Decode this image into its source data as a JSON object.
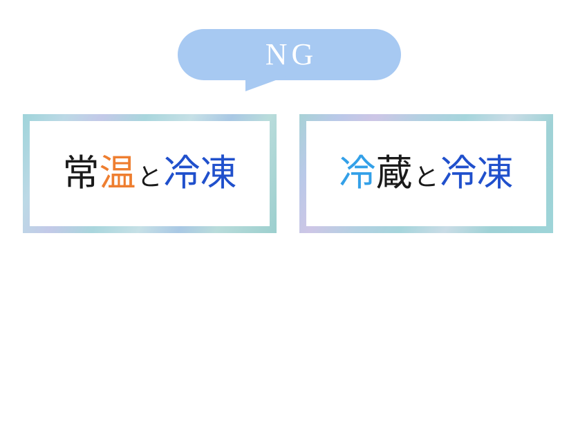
{
  "bubble": {
    "label": "NG",
    "fill_color": "#a7c9f2",
    "text_color": "#ffffff",
    "tail": "speech-tail-down-left"
  },
  "colors": {
    "black": "#1a1a1a",
    "orange": "#ee7e30",
    "blue_dark": "#2050cc",
    "blue_light": "#33a0e8",
    "frame_teal": "#9fd4da",
    "frame_lavender": "#c3c9e8",
    "card_background": "#ffffff",
    "page_background": "#ffffff"
  },
  "cards": [
    {
      "id": "card-room-temp-frozen",
      "full_text": "常温と冷凍",
      "segments": [
        {
          "text": "常",
          "color": "#1a1a1a",
          "size": "large"
        },
        {
          "text": "温",
          "color": "#ee7e30",
          "size": "large"
        },
        {
          "text": "と",
          "color": "#1a1a1a",
          "size": "small"
        },
        {
          "text": "冷凍",
          "color": "#2050cc",
          "size": "large"
        }
      ]
    },
    {
      "id": "card-refrigerated-frozen",
      "full_text": "冷蔵と冷凍",
      "segments": [
        {
          "text": "冷",
          "color": "#33a0e8",
          "size": "large"
        },
        {
          "text": "蔵",
          "color": "#1a1a1a",
          "size": "large"
        },
        {
          "text": "と",
          "color": "#1a1a1a",
          "size": "small"
        },
        {
          "text": "冷凍",
          "color": "#2050cc",
          "size": "large"
        }
      ]
    }
  ]
}
